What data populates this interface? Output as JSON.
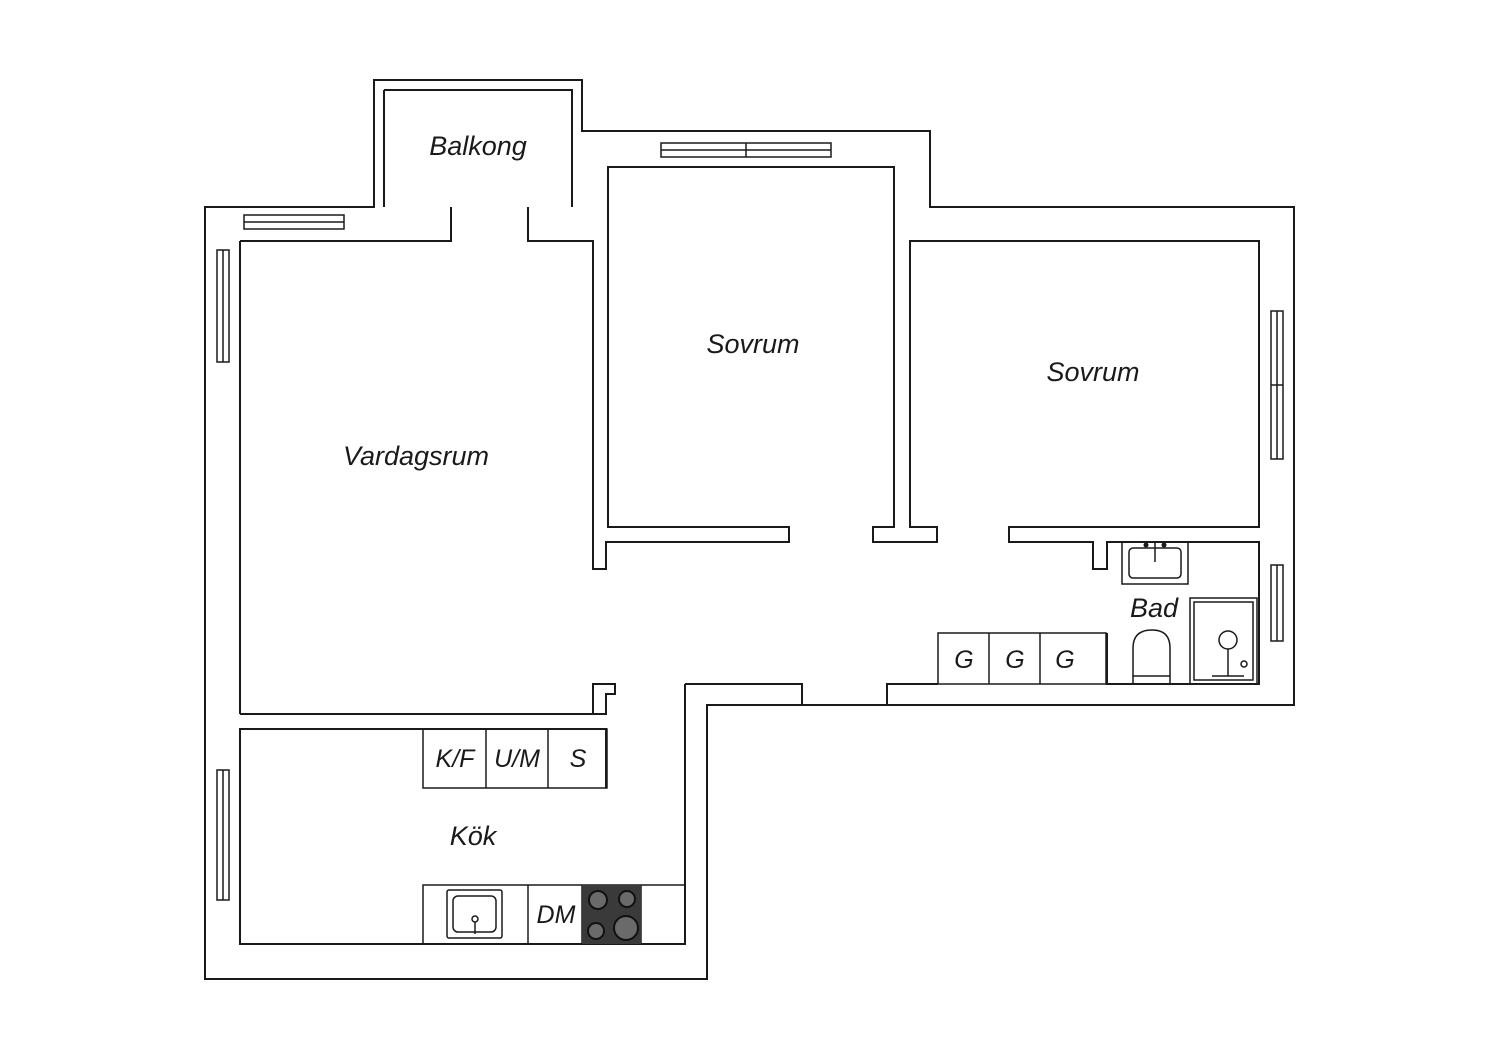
{
  "rooms": {
    "balkong": "Balkong",
    "sovrum_1": "Sovrum",
    "sovrum_2": "Sovrum",
    "vardagsrum": "Vardagsrum",
    "kok": "Kök",
    "bad": "Bad"
  },
  "fixtures": {
    "wardrobe_1": "G",
    "wardrobe_2": "G",
    "wardrobe_3": "G",
    "fridge_freezer": "K/F",
    "microwave_oven": "U/M",
    "storage": "S",
    "dishwasher": "DM"
  }
}
